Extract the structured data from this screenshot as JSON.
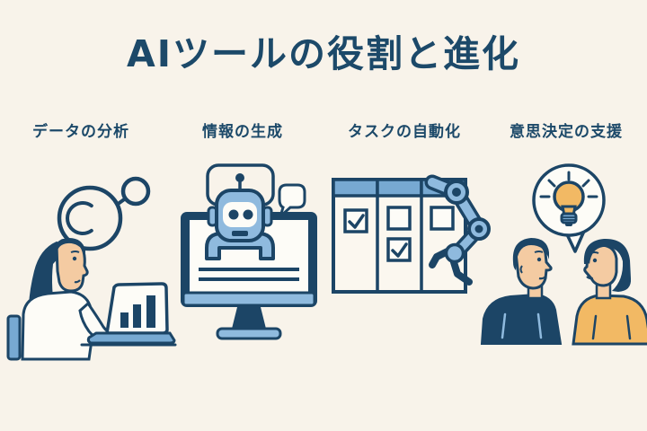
{
  "page": {
    "title": "AIツールの役割と進化",
    "background": "#f8f3ea",
    "title_color": "#1c4969"
  },
  "palette": {
    "navy": "#1c4566",
    "light_blue": "#8fbade",
    "mid_blue": "#77a9d2",
    "yellow": "#f2b964",
    "skin": "#f4cba2",
    "paper": "#f8f3ea",
    "white": "#fdfcf7"
  },
  "sections": [
    {
      "id": "data-analysis",
      "label": "データの分析",
      "illustration": "woman-analyzing-bar-chart-on-laptop-with-magnifier"
    },
    {
      "id": "information-generation",
      "label": "情報の生成",
      "illustration": "chatbot-robot-on-monitor-with-speech-bubble"
    },
    {
      "id": "task-automation",
      "label": "タスクの自動化",
      "illustration": "robot-arm-checking-task-board-checkboxes"
    },
    {
      "id": "decision-support",
      "label": "意思決定の支援",
      "illustration": "two-people-discussing-with-lightbulb-idea-bubble"
    }
  ]
}
